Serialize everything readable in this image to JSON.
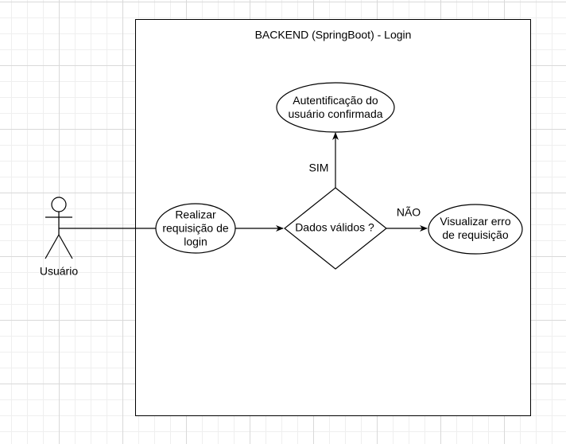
{
  "system": {
    "title": "BACKEND (SpringBoot) -  Login"
  },
  "actor": {
    "label": "Usuário"
  },
  "nodes": {
    "request_login": {
      "lines": [
        "Realizar",
        "requisição de",
        "login"
      ]
    },
    "decision": {
      "label": "Dados válidos ?"
    },
    "auth_confirmed": {
      "lines": [
        "Autentificação do",
        "usuário confirmada"
      ]
    },
    "view_error": {
      "lines": [
        "Visualizar erro",
        "de requisição"
      ]
    }
  },
  "edges": {
    "yes_label": "SIM",
    "no_label": "NÃO"
  }
}
